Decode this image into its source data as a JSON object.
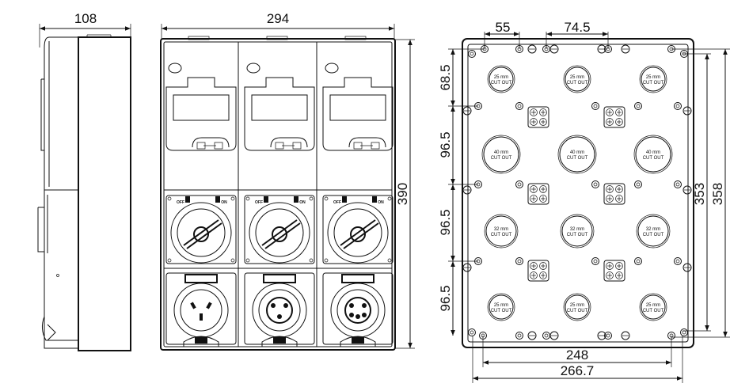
{
  "side_view": {
    "width_label": "108"
  },
  "front_view": {
    "width_label": "294",
    "height_label": "390",
    "switch_off_label": "OFF",
    "switch_on_label": "ON"
  },
  "back_view": {
    "dim_55": "55",
    "dim_74_5": "74.5",
    "dim_68_5": "68.5",
    "dim_96_5_a": "96.5",
    "dim_96_5_b": "96.5",
    "dim_96_5_c": "96.5",
    "dim_353": "353",
    "dim_358": "358",
    "dim_248": "248",
    "dim_266_7": "266.7",
    "cutout_25_line1": "25 mm",
    "cutout_25_line2": "CUT OUT",
    "cutout_40_line1": "40 mm",
    "cutout_40_line2": "CUT OUT",
    "cutout_32_line1": "32 mm",
    "cutout_32_line2": "CUT OUT"
  }
}
